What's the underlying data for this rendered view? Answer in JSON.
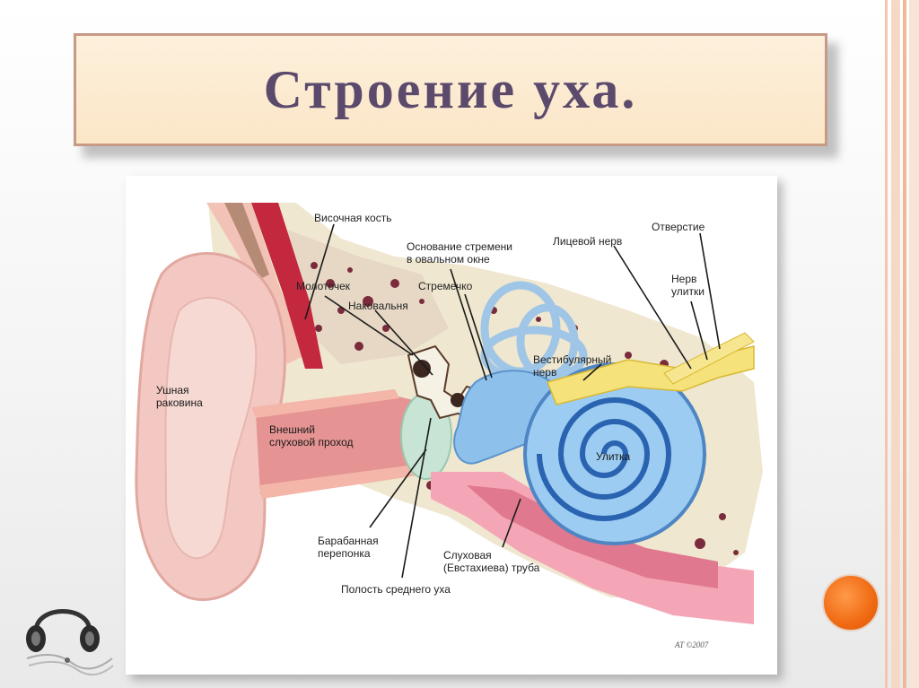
{
  "slide": {
    "title": "Строение уха.",
    "accent_color": "#5c4a6c",
    "dot_color": "#f06a12"
  },
  "diagram": {
    "labels": {
      "temporal_bone": "Височная кость",
      "stapes_base": "Основание стремени\nв овальном окне",
      "facial_nerve": "Лицевой нерв",
      "opening": "Отверстие",
      "malleus": "Молоточек",
      "stapes": "Стремечко",
      "cochlear_nerve": "Нерв\nулитки",
      "incus": "Наковальня",
      "vestibular_nerve": "Вестибулярный\nнерв",
      "auricle": "Ушная\nраковина",
      "ear_canal": "Внешний\nслуховой проход",
      "cochlea": "Улитка",
      "eardrum": "Барабанная\nперепонка",
      "eustachian_tube": "Слуховая\n(Евстахиева) труба",
      "middle_ear": "Полость среднего уха"
    },
    "signature": "АТ ©2007"
  },
  "icons": {
    "decor_dot": "orange-circle-icon",
    "headphones": "headphones-icon"
  }
}
